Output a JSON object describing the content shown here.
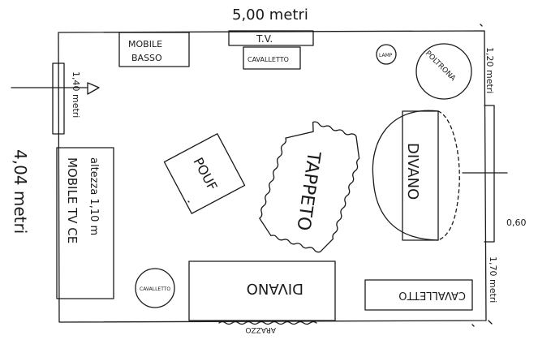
{
  "plan": {
    "width_label": "5,00 metri",
    "height_label": "4,04 metri",
    "left_opening": "1,40 metri",
    "right_top_gap": "1,20 metri",
    "right_window": "0,60",
    "right_bottom_gap": "1,70 metri",
    "bottom_label": "ARAZZO"
  },
  "furniture": {
    "mobile_basso": [
      "MOBILE",
      "BASSO"
    ],
    "tv": "T.V.",
    "cavalletto": "CAVALLETTO",
    "small_round_top": "LAMP",
    "poltrona": "POLTRONA",
    "pouf": "POUF",
    "tappeto": "TAPPETO",
    "mobile_tv_line1": "MOBILE TV CE",
    "mobile_tv_line2": "altezza 1,10 m",
    "divano": "DIVANO",
    "small_round_bottom": "CAVALLETTO",
    "divano_right": "DIVANO",
    "cavalletto_right": "CAVALLETTO"
  },
  "colors": {
    "ink": "#1a1a1a",
    "paper": "#ffffff"
  }
}
